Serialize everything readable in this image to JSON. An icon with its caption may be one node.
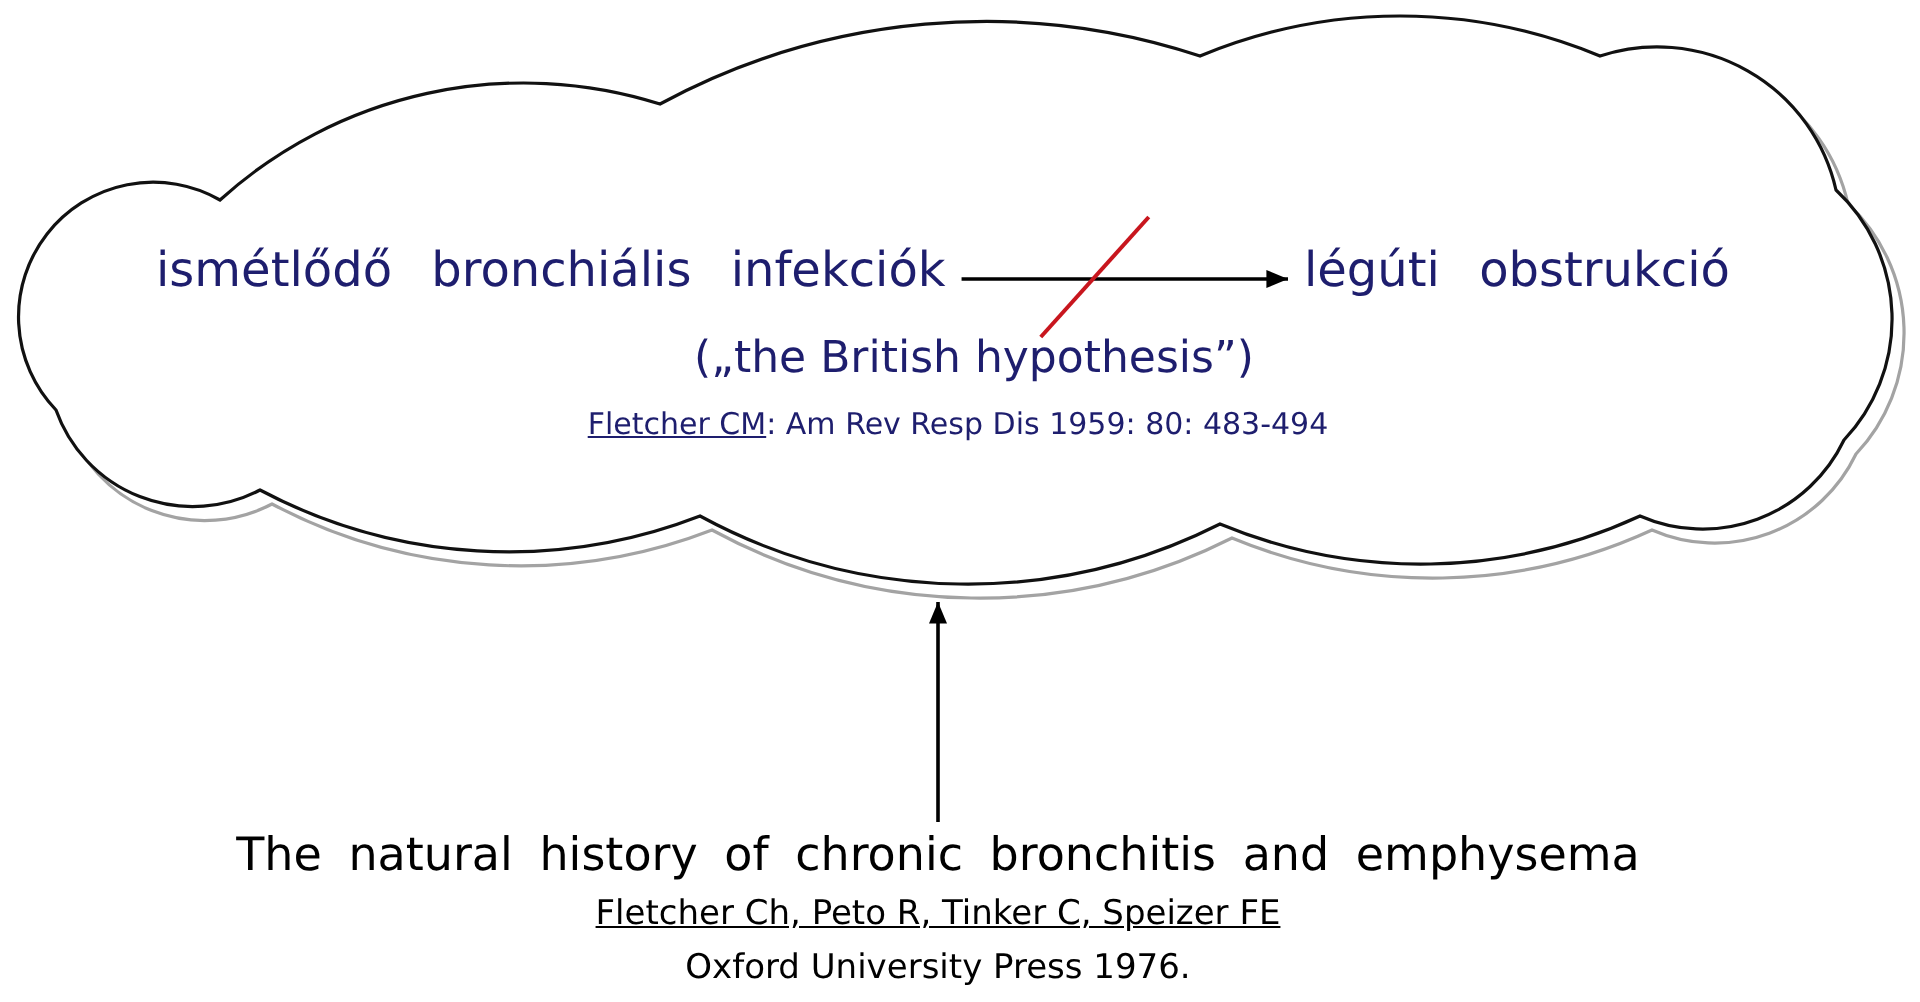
{
  "diagram": {
    "nodes": [
      {
        "text": [
          "(„the British hypothesis”)",
          "Fletcher CM: Am Rev Resp Dis 1959: 80: 483-494"
        ]
      },
      {
        "text": [
          "ismétlődő bronchiális infekciók"
        ],
        "in": 0
      },
      {
        "text": [
          "légúti obstrukció"
        ],
        "in": 0
      },
      {
        "text": [
          "The natural history of chronic bronchitis and emphysema"
        ],
        "beside": [
          "Fletcher Ch, Peto R, Tinker C, Speizer FE",
          "Oxford University Press 1976."
        ]
      }
    ],
    "edges": [
      {
        "from": 1,
        "to": 2,
        "arrow": "to"
      },
      {
        "from": 3,
        "to": 0,
        "arrow": "to"
      }
    ]
  }
}
